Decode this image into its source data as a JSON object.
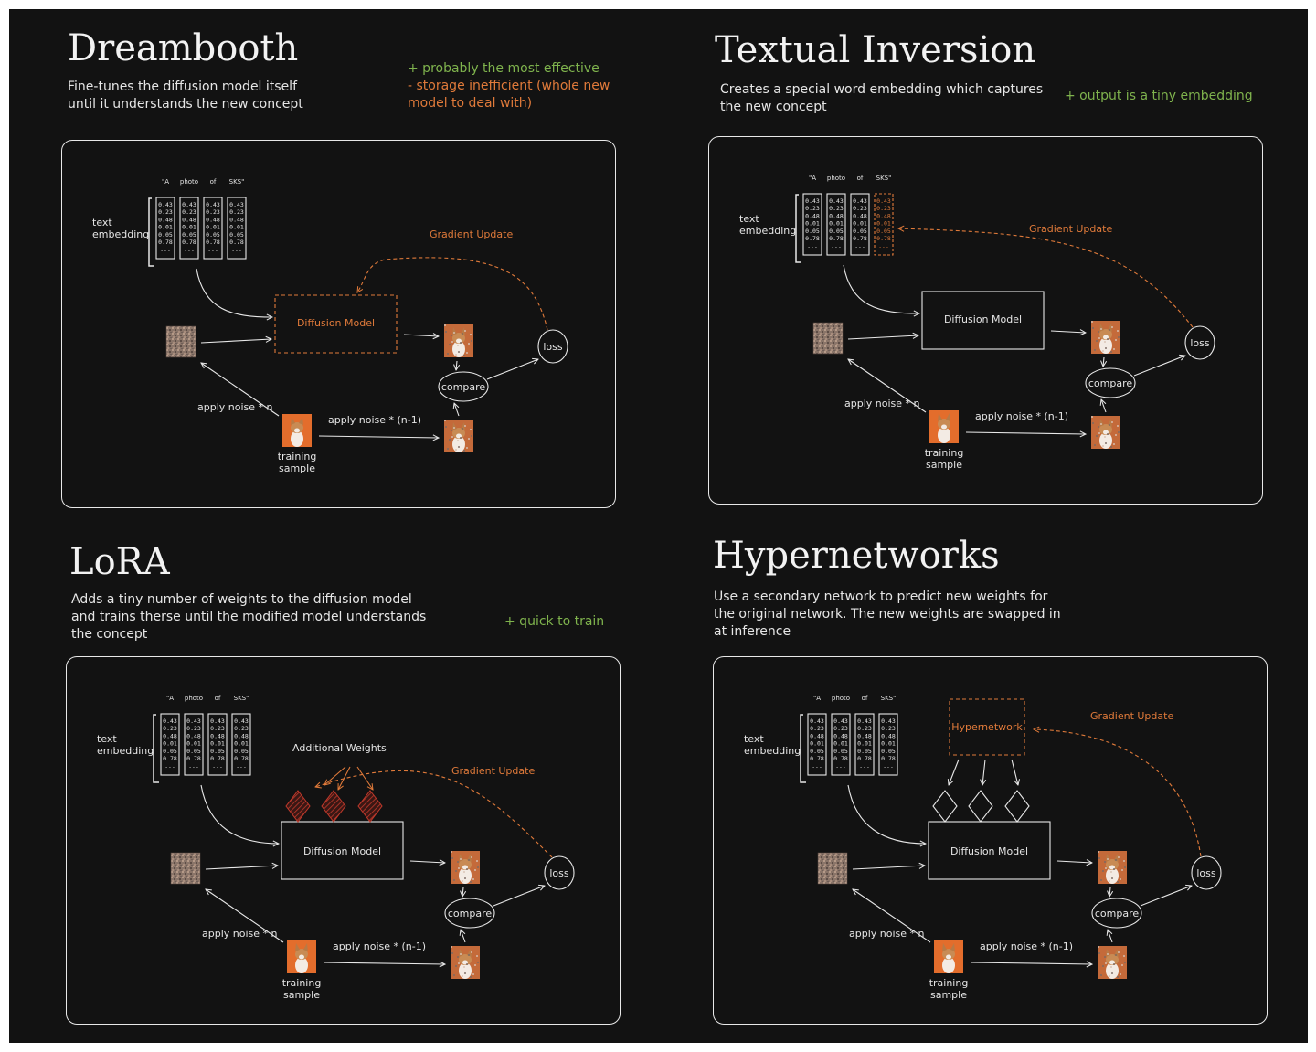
{
  "tokens": [
    "\"A",
    "photo",
    "of",
    "SKS\""
  ],
  "embedding_values": [
    "0.43",
    "0.23",
    "0.48",
    "0.01",
    "0.05",
    "0.78",
    "..."
  ],
  "labels": {
    "text_embedding": "text\nembedding",
    "diffusion_model": "Diffusion Model",
    "loss": "loss",
    "compare": "compare",
    "apply_noise_n": "apply noise * n",
    "apply_noise_n1": "apply noise * (n-1)",
    "training_sample": "training\nsample",
    "gradient_update": "Gradient Update",
    "additional_weights": "Additional Weights",
    "hypernetwork": "Hypernetwork"
  },
  "panels": {
    "dreambooth": {
      "title": "Dreambooth",
      "description": "Fine-tunes the diffusion model itself\nuntil it understands the new concept",
      "pro": "+ probably the most effective",
      "con": "- storage inefficient (whole new\nmodel to deal with)"
    },
    "textual_inversion": {
      "title": "Textual Inversion",
      "description": "Creates a special word embedding which captures\nthe new concept",
      "pro": "+ output is a tiny embedding"
    },
    "lora": {
      "title": "LoRA",
      "description": "Adds a tiny number of weights to the diffusion model\nand trains therse until the modified model understands\nthe concept",
      "pro": "+ quick to train"
    },
    "hypernetworks": {
      "title": "Hypernetworks",
      "description": "Use a secondary network to predict new weights for\nthe original network. The new weights are swapped in\nat inference"
    }
  },
  "colors": {
    "background": "#121212",
    "stroke": "#e8e8e8",
    "accent_orange": "#e07a3a",
    "accent_green": "#7fb34d"
  }
}
